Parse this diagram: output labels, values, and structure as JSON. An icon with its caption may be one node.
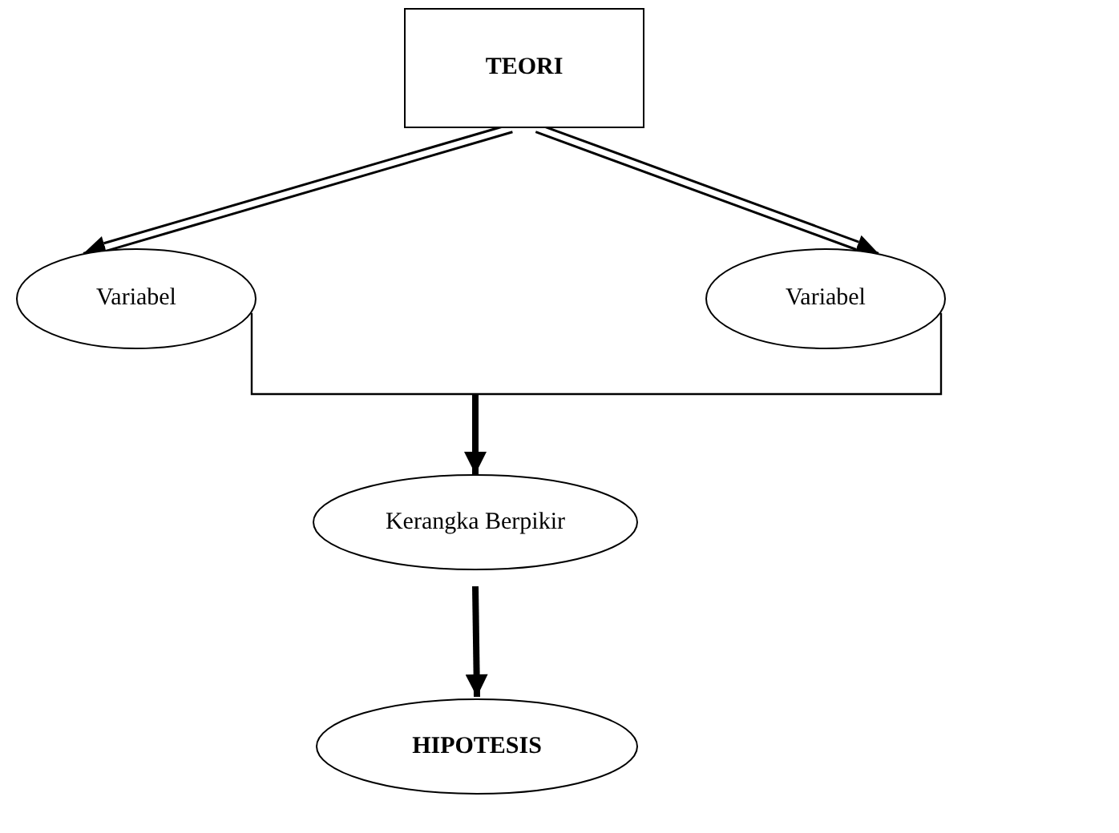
{
  "diagram": {
    "nodes": [
      {
        "text": [
          "TEORI"
        ]
      },
      {
        "text": [
          "Variabel"
        ]
      },
      {
        "text": [
          "Variabel"
        ]
      },
      {
        "text": [
          "Kerangka Berpikir"
        ]
      },
      {
        "text": [
          "HIPOTESIS"
        ]
      }
    ],
    "edges": [
      {
        "from": 0,
        "to": 1,
        "arrow": "to"
      },
      {
        "from": 0,
        "to": 2,
        "arrow": "to"
      },
      {
        "from": 1,
        "to": 3,
        "arrow": "to"
      },
      {
        "from": 2,
        "to": 3,
        "arrow": "to"
      },
      {
        "from": 3,
        "to": 4,
        "arrow": "to",
        "style": "thick"
      }
    ]
  }
}
